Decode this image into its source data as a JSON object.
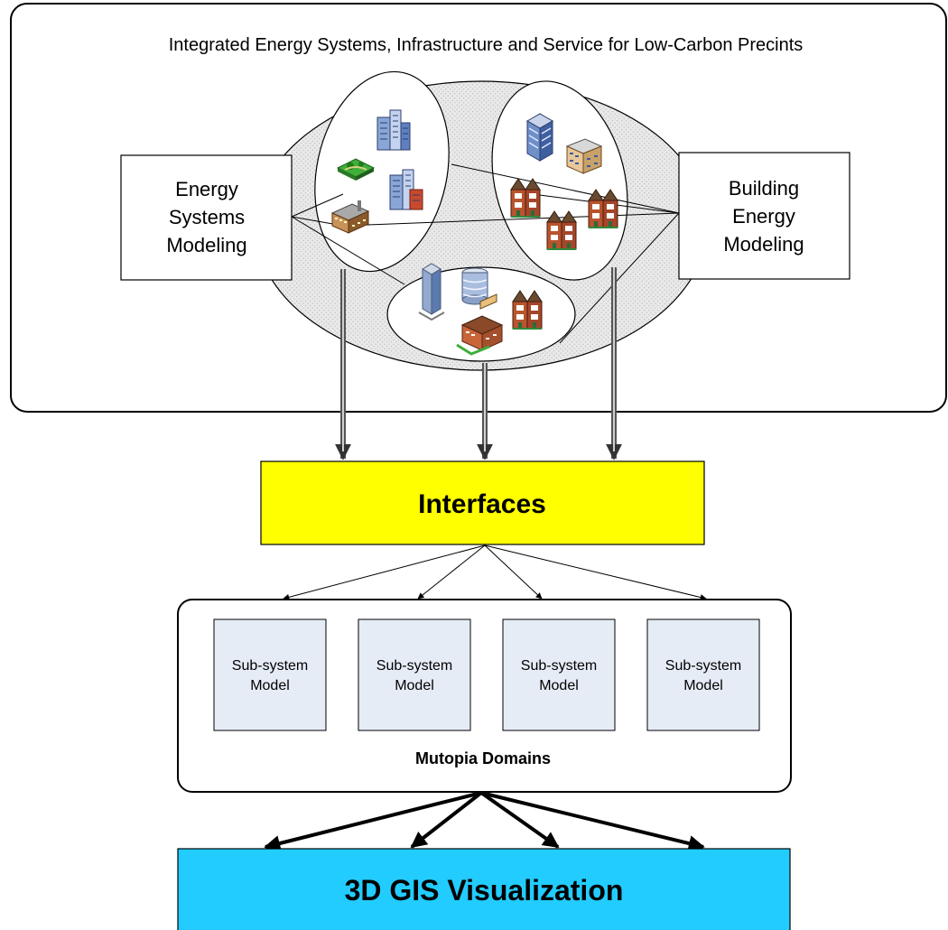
{
  "title": "Integrated Energy Systems, Infrastructure and Service for Low-Carbon Precints",
  "left_box": {
    "lines": [
      "Energy",
      "Systems",
      "Modeling"
    ]
  },
  "right_box": {
    "lines": [
      "Building",
      "Energy",
      "Modeling"
    ]
  },
  "interfaces": {
    "label": "Interfaces"
  },
  "domains": {
    "label": "Mutopia Domains",
    "subsystems": [
      {
        "line1": "Sub-system",
        "line2": "Model"
      },
      {
        "line1": "Sub-system",
        "line2": "Model"
      },
      {
        "line1": "Sub-system",
        "line2": "Model"
      },
      {
        "line1": "Sub-system",
        "line2": "Model"
      }
    ]
  },
  "gis": {
    "label": "3D GIS Visualization"
  },
  "colors": {
    "interfaces_fill": "#ffff00",
    "gis_fill": "#22ccff",
    "subsystem_fill": "#e6ecf6",
    "cluster_fill": "#e6e6e6"
  }
}
